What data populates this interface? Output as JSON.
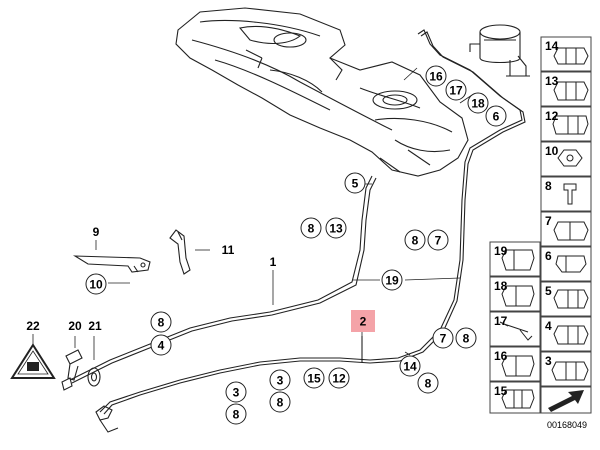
{
  "diagram": {
    "doc_number": "00168049",
    "highlight_color": "#f4a3a8",
    "callouts": [
      {
        "id": "c-16",
        "text": "16"
      },
      {
        "id": "c-17",
        "text": "17"
      },
      {
        "id": "c-18",
        "text": "18"
      },
      {
        "id": "c-6-top",
        "text": "6"
      },
      {
        "id": "c-5",
        "text": "5"
      },
      {
        "id": "c-8-a",
        "text": "8"
      },
      {
        "id": "c-13",
        "text": "13"
      },
      {
        "id": "c-8-b",
        "text": "8"
      },
      {
        "id": "c-7-a",
        "text": "7"
      },
      {
        "id": "c-19",
        "text": "19"
      },
      {
        "id": "c-7-b",
        "text": "7"
      },
      {
        "id": "c-8-c",
        "text": "8"
      },
      {
        "id": "c-10",
        "text": "10"
      },
      {
        "id": "c-8-d",
        "text": "8"
      },
      {
        "id": "c-4",
        "text": "4"
      },
      {
        "id": "c-3-a",
        "text": "3"
      },
      {
        "id": "c-8-e",
        "text": "8"
      },
      {
        "id": "c-3-b",
        "text": "3"
      },
      {
        "id": "c-8-f",
        "text": "8"
      },
      {
        "id": "c-15",
        "text": "15"
      },
      {
        "id": "c-12",
        "text": "12"
      },
      {
        "id": "c-14",
        "text": "14"
      },
      {
        "id": "c-8-g",
        "text": "8"
      }
    ],
    "plain_labels": [
      {
        "id": "p-9",
        "text": "9"
      },
      {
        "id": "p-11",
        "text": "11"
      },
      {
        "id": "p-1",
        "text": "1"
      },
      {
        "id": "p-22",
        "text": "22"
      },
      {
        "id": "p-20",
        "text": "20"
      },
      {
        "id": "p-21",
        "text": "21"
      }
    ],
    "highlighted_label": {
      "text": "2"
    },
    "side_panel": [
      {
        "text": "14"
      },
      {
        "text": "13"
      },
      {
        "text": "12"
      },
      {
        "text": "10"
      },
      {
        "text": "8"
      },
      {
        "text": "7"
      },
      {
        "text": "6"
      },
      {
        "text": "5"
      },
      {
        "text": "4"
      },
      {
        "text": "3"
      }
    ],
    "side_panel_left": [
      {
        "text": "19"
      },
      {
        "text": "18"
      },
      {
        "text": "17"
      },
      {
        "text": "16"
      },
      {
        "text": "15"
      }
    ]
  }
}
